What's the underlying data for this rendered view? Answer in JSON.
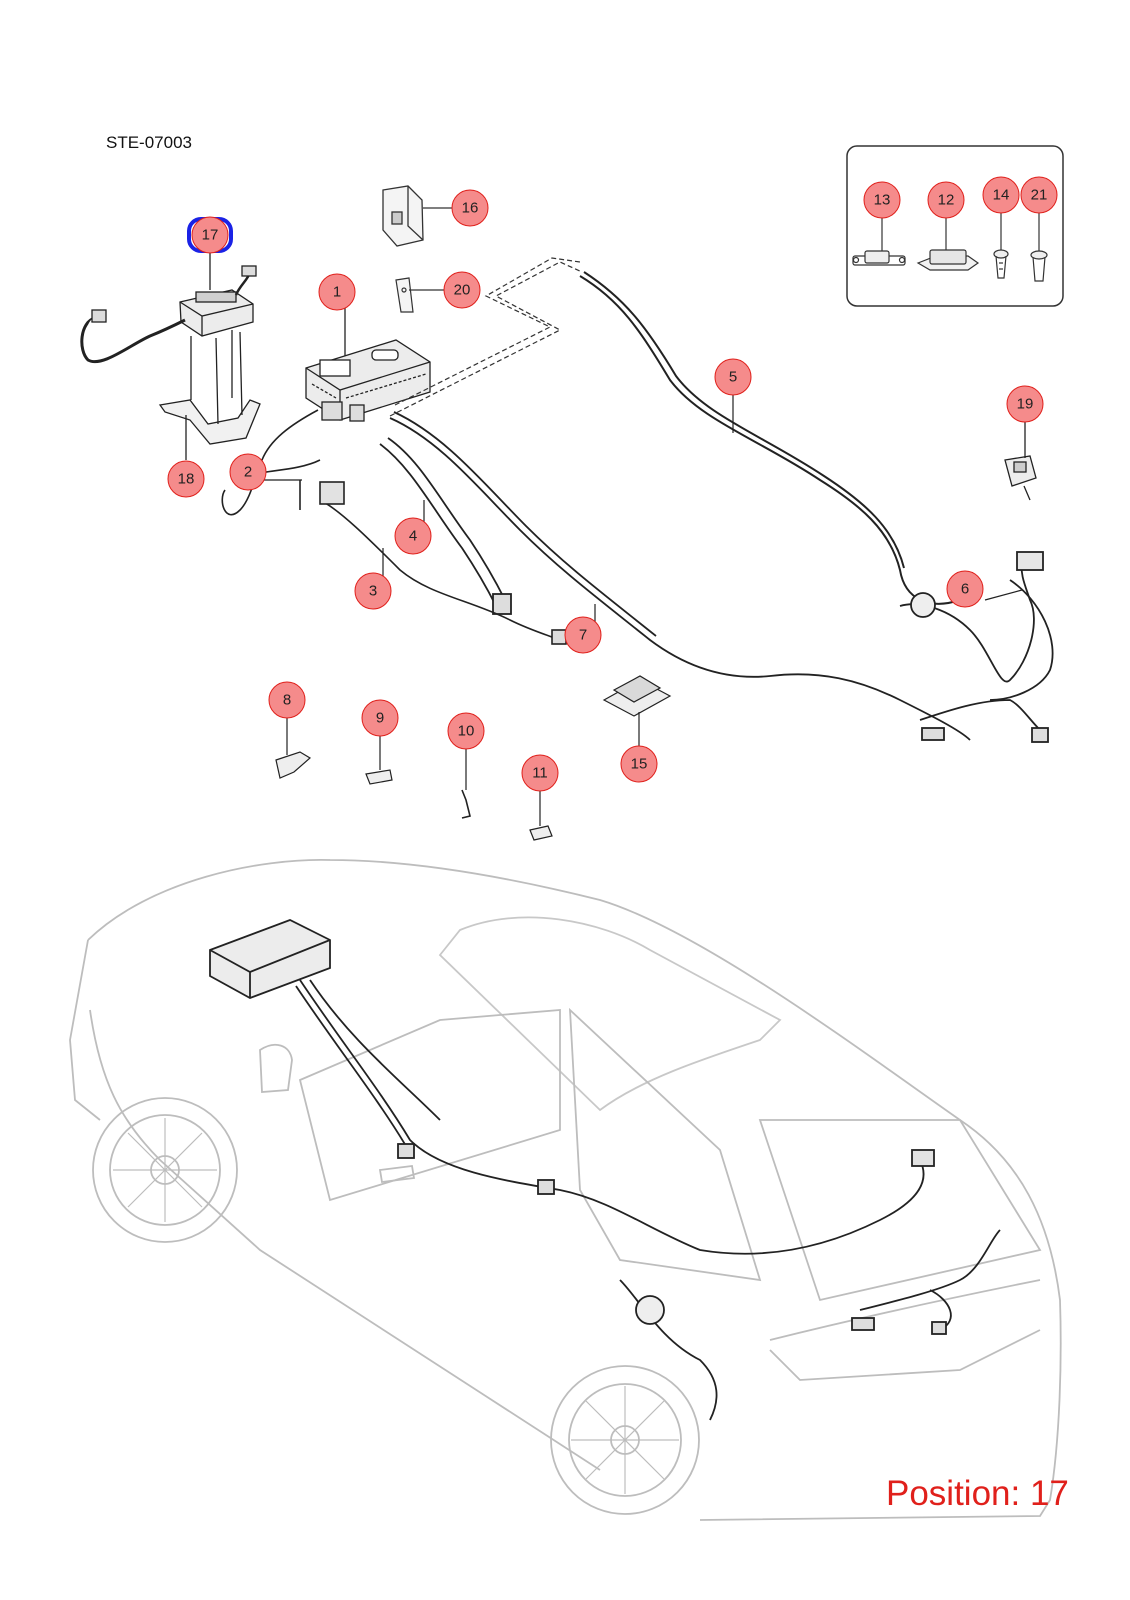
{
  "document_code": "STE-07003",
  "position_label": "Position: 17",
  "selected_callout": "17",
  "accent_color": "#e0201b",
  "selection_color": "#1a22e6",
  "callout_fill": "#f58b8b",
  "callouts": [
    {
      "id": "1",
      "label": "1"
    },
    {
      "id": "2",
      "label": "2"
    },
    {
      "id": "3",
      "label": "3"
    },
    {
      "id": "4",
      "label": "4"
    },
    {
      "id": "5",
      "label": "5"
    },
    {
      "id": "6",
      "label": "6"
    },
    {
      "id": "7",
      "label": "7"
    },
    {
      "id": "8",
      "label": "8"
    },
    {
      "id": "9",
      "label": "9"
    },
    {
      "id": "10",
      "label": "10"
    },
    {
      "id": "11",
      "label": "11"
    },
    {
      "id": "12",
      "label": "12"
    },
    {
      "id": "13",
      "label": "13"
    },
    {
      "id": "14",
      "label": "14"
    },
    {
      "id": "15",
      "label": "15"
    },
    {
      "id": "16",
      "label": "16"
    },
    {
      "id": "17",
      "label": "17"
    },
    {
      "id": "18",
      "label": "18"
    },
    {
      "id": "19",
      "label": "19"
    },
    {
      "id": "20",
      "label": "20"
    },
    {
      "id": "21",
      "label": "21"
    }
  ]
}
